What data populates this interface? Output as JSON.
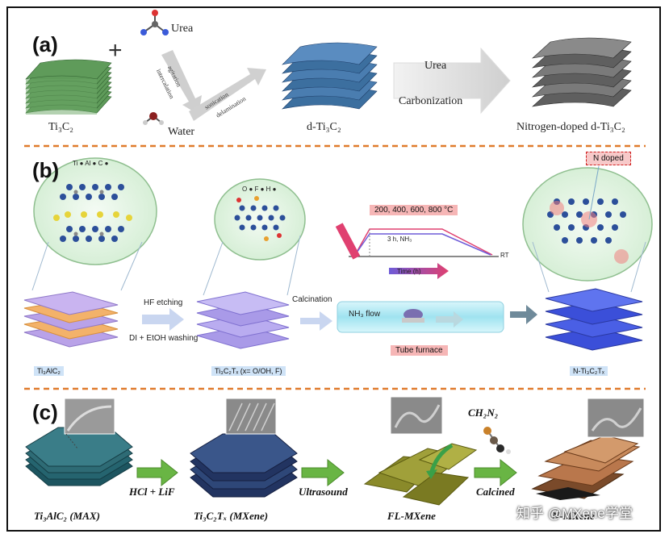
{
  "panel_a": {
    "letter": "(a)",
    "urea_top": "Urea",
    "agitation": "agitation",
    "intercalation": "intercalation",
    "sonication": "sonication",
    "delamination": "delamination",
    "water": "Water",
    "ti3c2": "Ti₃C₂",
    "d_ti3c2": "d-Ti₃C₂",
    "urea_arrow": "Urea",
    "carbonization": "Carbonization",
    "n_doped": "Nitrogen-doped d-Ti₃C₂"
  },
  "panel_b": {
    "letter": "(b)",
    "legend_max": "Ti ● Al ● C ●",
    "legend_mxene": "O ● F ● H ●",
    "hf_etching": "HF etching",
    "washing": "DI + EtOH washing",
    "calcination": "Calcination",
    "temps": "200, 400, 600, 800 °C",
    "hold": "3 h, NH₃",
    "rt": "RT",
    "time_axis": "Time (h)",
    "nh3_flow": "NH₃ flow",
    "tube_furnace": "Tube furnace",
    "n_doped_tag": "N doped",
    "ti3alc2": "Ti₃AlC₂",
    "ti3c2tx": "Ti₃C₂Tₓ (x= O/OH, F)",
    "n_ti3c2tx": "N-Ti₃C₂Tₓ"
  },
  "panel_c": {
    "letter": "(c)",
    "hcl_lif": "HCl + LiF",
    "ultrasound": "Ultrasound",
    "calcined": "Calcined",
    "ch2n2": "CH₂N₂",
    "max_label": "Ti₃AlC₂ (MAX)",
    "mxene_label": "Ti₃C₂Tₓ (MXene)",
    "fl_label": "FL-MXene",
    "n_label": "N-MXene"
  },
  "watermark": "知乎 @MXene学堂",
  "colors": {
    "separator": "#e07b2c",
    "green_stack": "#5f9b5a",
    "blue_stack": "#3c6f9f",
    "grey_stack": "#6f6f6f",
    "arrow_green": "#69b544",
    "mxene_teal": "#2e6b75",
    "mxene_navy": "#2e4778",
    "fl_olive": "#8a8a2a",
    "nmxene_copper": "#b9774c"
  }
}
